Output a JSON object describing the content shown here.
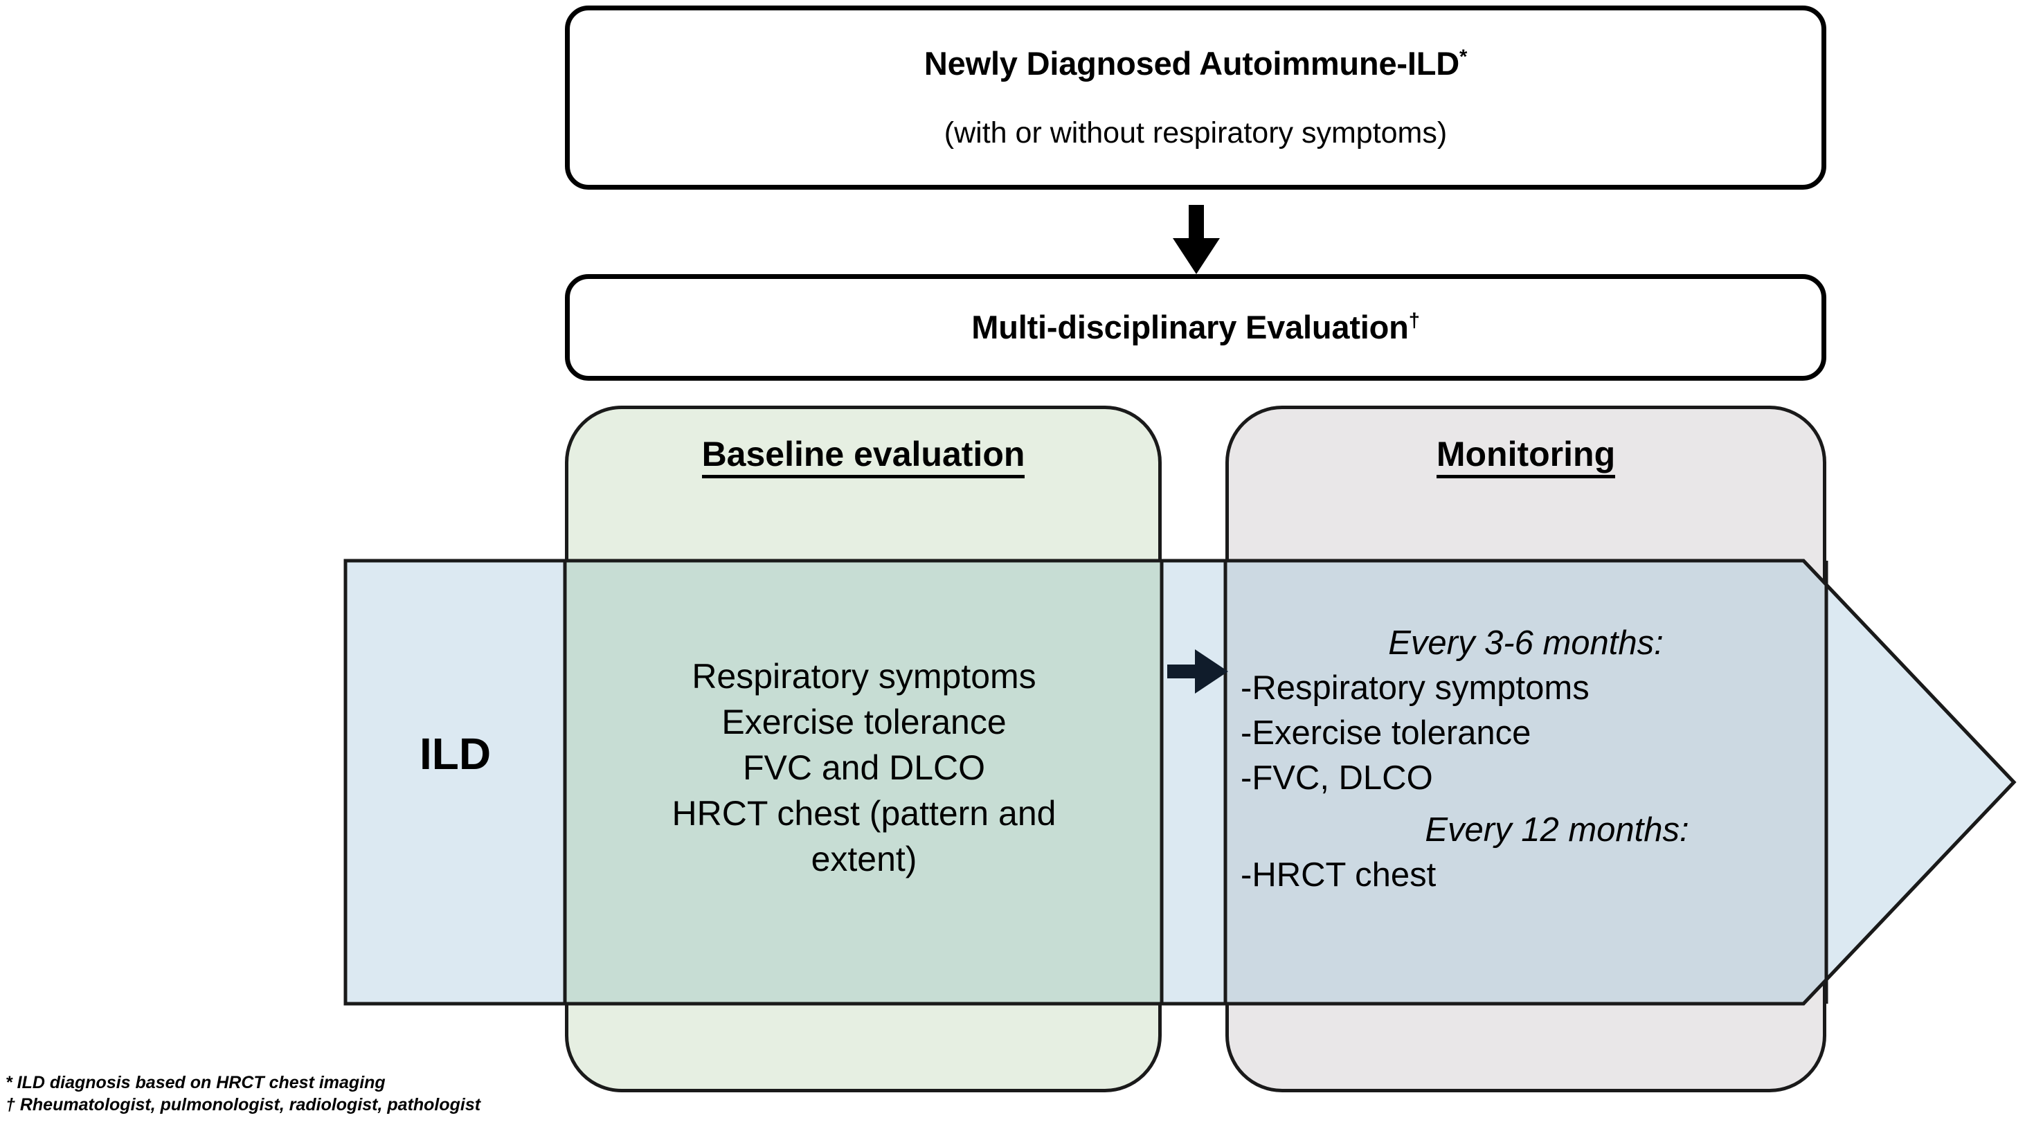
{
  "diagram": {
    "top_box": {
      "title": "Newly Diagnosed Autoimmune-ILD",
      "title_mark": "*",
      "subtitle": "(with or without respiratory symptoms)"
    },
    "second_box": {
      "title": "Multi-disciplinary Evaluation",
      "title_mark": "†"
    },
    "arrow_band": {
      "label": "ILD",
      "fill_color": "#dce9f2",
      "stroke_color": "#1a1a1a"
    },
    "panels": [
      {
        "heading": "Baseline evaluation",
        "fill_color": "#e6efe2",
        "items": [
          "Respiratory symptoms",
          "Exercise tolerance",
          "FVC and DLCO",
          "HRCT chest (pattern and",
          "extent)"
        ]
      },
      {
        "heading": "Monitoring",
        "fill_color": "#e9e7e8",
        "group_1_heading": "Every 3-6 months:",
        "group_1_items": [
          "-Respiratory symptoms",
          "-Exercise tolerance",
          "-FVC, DLCO"
        ],
        "group_2_heading": "Every 12 months:",
        "group_2_items": [
          "-HRCT chest"
        ]
      }
    ],
    "connector_down_icon": "down-arrow-icon",
    "connector_right_icon": "right-arrow-icon",
    "footnotes": [
      "* ILD diagnosis based on HRCT chest imaging",
      "† Rheumatologist, pulmonologist, radiologist, pathologist"
    ]
  }
}
